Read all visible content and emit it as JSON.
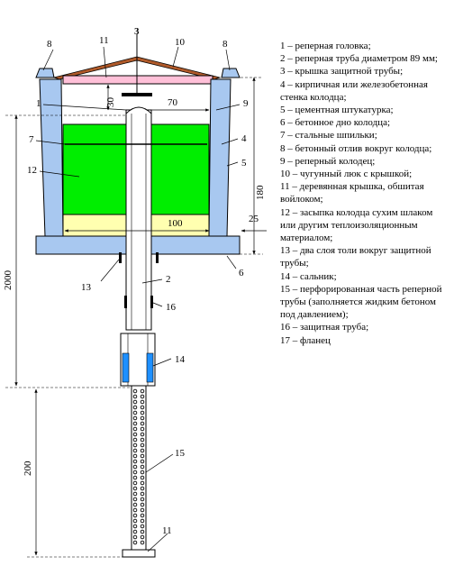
{
  "labels": {
    "n1": "1",
    "n2": "2",
    "n3": "3",
    "n4": "4",
    "n5": "5",
    "n6": "6",
    "n7": "7",
    "n8a": "8",
    "n8b": "8",
    "n9": "9",
    "n10": "10",
    "n11_top": "11",
    "n11_bottom": "11",
    "n12": "12",
    "n13": "13",
    "n14": "14",
    "n15": "15",
    "n16": "16"
  },
  "dimensions": {
    "d30": "30",
    "d70": "70",
    "d100": "100",
    "d180": "180",
    "d25": "25",
    "d2000": "2000",
    "d200": "200"
  },
  "legend": [
    "1 – реперная головка;",
    "2 – реперная труба диаметром 89 мм;",
    "3 – крышка защитной трубы;",
    "4 – кирпичная или железобетонная стенка колодца;",
    "5 – цементная штукатурка;",
    "6 – бетонное дно колодца;",
    "7 – стальные шпильки;",
    "8 – бетонный отлив вокруг колодца;",
    "9 – реперный колодец;",
    "10 – чугунный люк с крышкой;",
    "11 – деревянная крышка, обшитая войлоком;",
    "12 – засыпка колодца сухим шлаком или другим теплоизоляционным материалом;",
    "13 – два слоя толи вокруг защитной трубы;",
    "14 – сальник;",
    "15 – перфорированная часть реперной трубы (заполняется жидким бетоном под давлением);",
    "16 – защитная труба;",
    "17 – фланец"
  ],
  "colors": {
    "wall": "#a8c8f0",
    "fill": "#00ee00",
    "sand": "#ffffb0",
    "lid": "#ffc0d8",
    "hatch": "#b05a2a",
    "gland": "#1e90ff"
  }
}
